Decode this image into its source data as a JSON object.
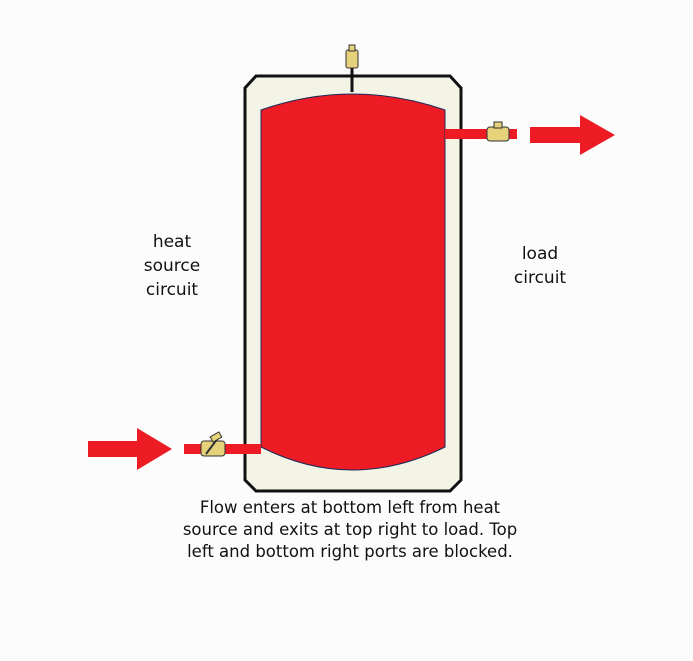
{
  "labels": {
    "heat_source": [
      "heat",
      "source",
      "circuit"
    ],
    "load": [
      "load",
      "circuit"
    ]
  },
  "caption": [
    "Flow enters at bottom left from heat",
    "source and exits at top right to load. Top",
    "left and bottom right ports are blocked."
  ],
  "colors": {
    "water": "#ed1c24",
    "tank_shell": "#f4f4e6",
    "valve": "#e6d27a",
    "arrow": "#ed1c24"
  }
}
